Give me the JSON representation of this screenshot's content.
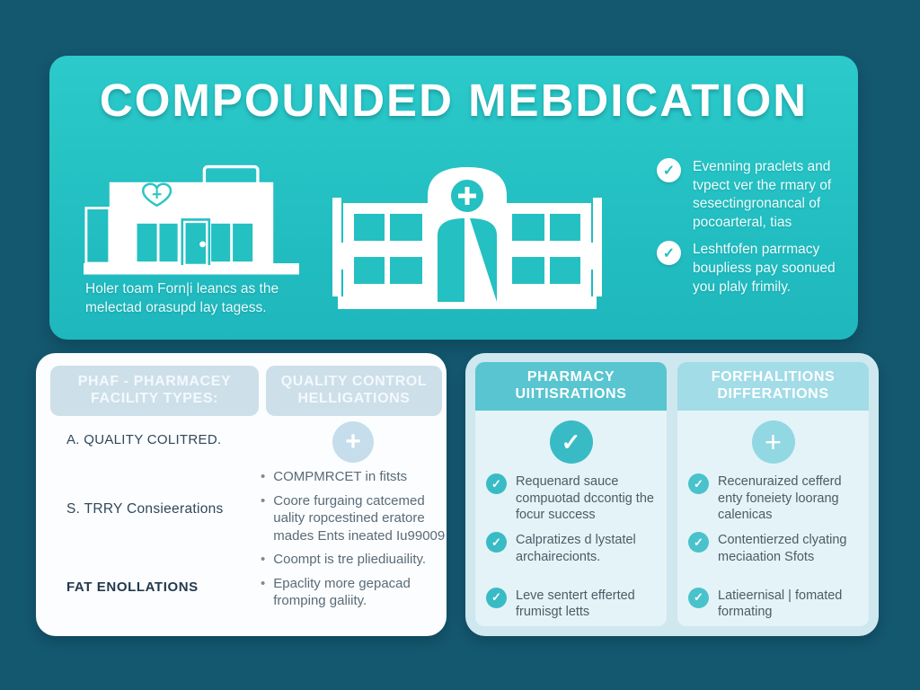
{
  "colors": {
    "background": "#14586f",
    "banner_teal": "#23bfc2",
    "panel_white": "#fbfdff",
    "panel_light_blue": "#cfe7ef",
    "header_gray_blue": "#cddfe9",
    "teal_header": "#58c5d0",
    "light_teal_header": "#a2dce6",
    "check_circle_teal": "#39bbc6",
    "text_dark_navy": "#33475a",
    "text_gray": "#5b6b76"
  },
  "glyphs": {
    "check": "✓",
    "plus": "+",
    "bullet": "•"
  },
  "banner": {
    "title": "COMPOUNDED MEBDICATION",
    "caption": "Holer toam Forn|i leancs as the melectad orasupd lay tagess.",
    "checks": [
      {
        "text": "Evenning praclets and tvpect ver the rmary of sesectingronancal of pocoarteral, tias"
      },
      {
        "text": "Leshtfofen parrmacy boupliess pay soonued you plaly frimily."
      }
    ]
  },
  "left_panel": {
    "headers": [
      {
        "label": "PHAF - PHARMACEY FACILITY TYPES:"
      },
      {
        "label": "QUALITY CONTROL HELLIGATIONS"
      }
    ],
    "rows": [
      {
        "label": "A. QUALITY COLITRED."
      },
      {
        "label": "S. TRRY Consieerations"
      },
      {
        "label": "FAT ENOLLATIONS"
      }
    ],
    "bullets": [
      {
        "text": "COMPMRCET in fitsts"
      },
      {
        "text": "Coore furgaing catcemed uality ropcestined eratore mades Ents ineated Iu99009"
      },
      {
        "text": "Coompt is tre pliediuaility."
      },
      {
        "text": "Epaclity more gepacad fromping galiity."
      }
    ]
  },
  "right_panel": {
    "columns": [
      {
        "header": "PHARMACY UIITISRATIONS",
        "items": [
          {
            "text": "Requenard sauce compuotad dccontig the focur success"
          },
          {
            "text": "Calpratizes d lystatel archairecionts."
          },
          {
            "text": "Leve sentert efferted frumisgt letts"
          }
        ]
      },
      {
        "header": "FORFHALITIONS DIFFERATIONS",
        "items": [
          {
            "text": "Recenuraized cefferd enty foneiety loorang calenicas"
          },
          {
            "text": "Contentierzed clyating meciaation Sfots"
          },
          {
            "text": "Latieernisal | fomated formating"
          }
        ]
      }
    ]
  }
}
